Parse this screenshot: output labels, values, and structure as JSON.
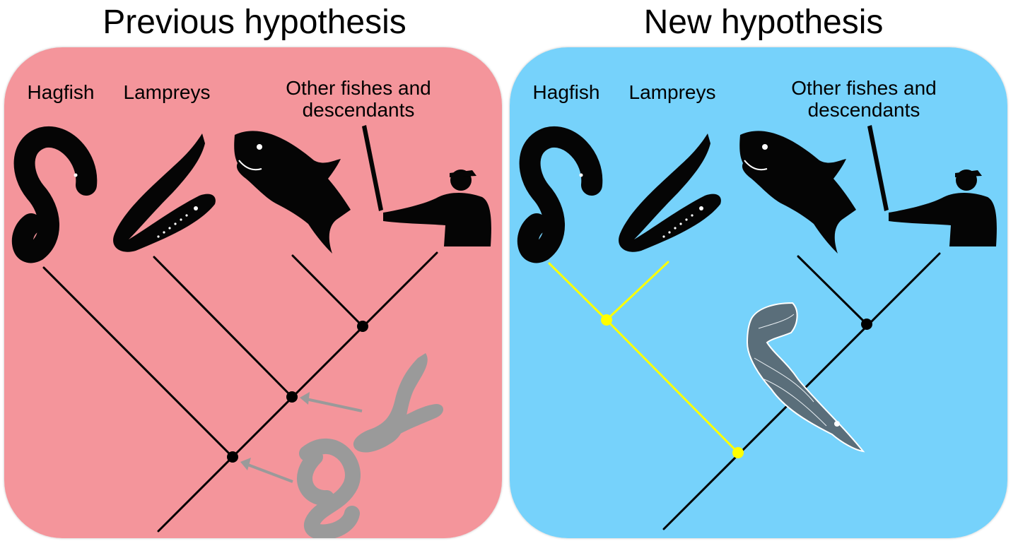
{
  "colors": {
    "previous_panel_bg": "#f4959b",
    "new_panel_bg": "#76d2fb",
    "branch": "#000000",
    "new_grouping_branch": "#ffff00",
    "silhouette": "#050505",
    "ghost_silhouette": "#9a9a9a",
    "fossil_fish": "#5a6e7a"
  },
  "previous": {
    "title": "Previous hypothesis",
    "taxa": {
      "hagfish": "Hagfish",
      "lampreys": "Lampreys",
      "others": "Other fishes and\ndescendants"
    },
    "icons": [
      "hagfish-silhouette-icon",
      "lamprey-silhouette-icon",
      "shark-silhouette-icon",
      "baseball-batter-silhouette-icon",
      "ghost-hagfish-icon",
      "ghost-lamprey-icon",
      "arrow-icon"
    ]
  },
  "new": {
    "title": "New hypothesis",
    "taxa": {
      "hagfish": "Hagfish",
      "lampreys": "Lampreys",
      "others": "Other fishes and\ndescendants"
    },
    "icons": [
      "hagfish-silhouette-icon",
      "lamprey-silhouette-icon",
      "shark-silhouette-icon",
      "baseball-batter-silhouette-icon",
      "fossil-fish-icon"
    ]
  }
}
